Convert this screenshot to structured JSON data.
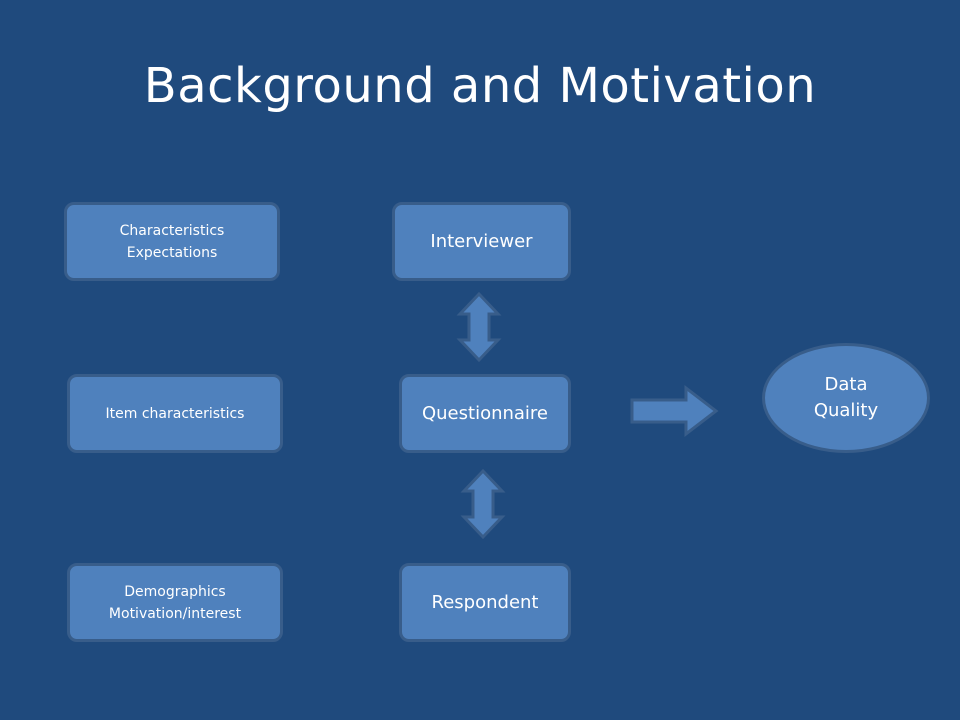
{
  "slide": {
    "title": "Background and Motivation"
  },
  "left_boxes": [
    {
      "lines": [
        "Characteristics",
        "Expectations"
      ]
    },
    {
      "lines": [
        "Item characteristics"
      ]
    },
    {
      "lines": [
        "Demographics",
        "Motivation/interest"
      ]
    }
  ],
  "center_boxes": {
    "interviewer": "Interviewer",
    "questionnaire": "Questionnaire",
    "respondent": "Respondent"
  },
  "outcome": {
    "lines": [
      "Data",
      "Quality"
    ]
  },
  "colors": {
    "background": "#1f4a7d",
    "shape_fill": "#4f81bd",
    "shape_border": "#385d8a",
    "text": "#ffffff"
  }
}
